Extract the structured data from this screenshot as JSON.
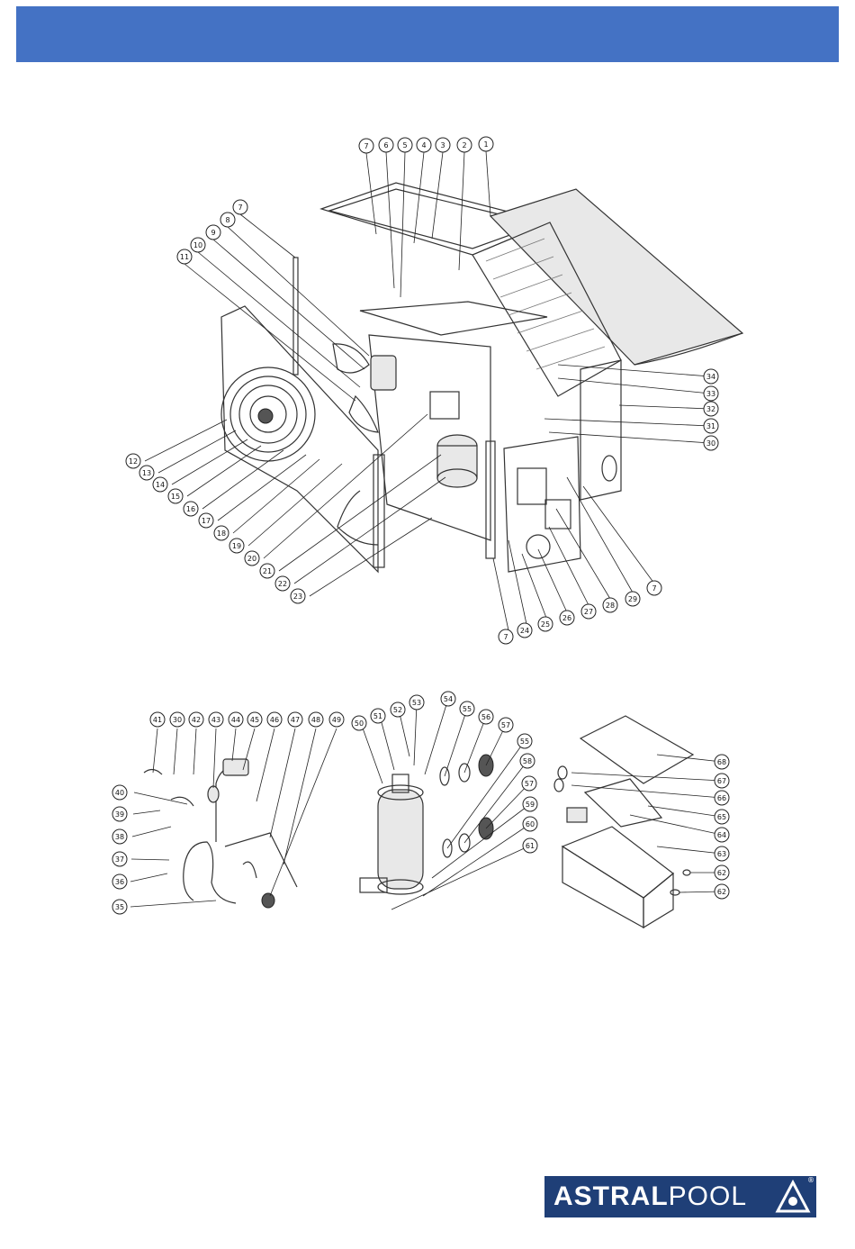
{
  "top_callouts": [
    "1",
    "2",
    "3",
    "4",
    "5",
    "6",
    "7",
    "7",
    "8",
    "9",
    "10",
    "11",
    "12",
    "13",
    "14",
    "15",
    "16",
    "17",
    "18",
    "19",
    "20",
    "21",
    "22",
    "23",
    "7",
    "24",
    "25",
    "26",
    "27",
    "28",
    "29",
    "7",
    "30",
    "31",
    "32",
    "33",
    "34"
  ],
  "bottom_left_callouts": [
    "41",
    "30",
    "42",
    "43",
    "44",
    "45",
    "46",
    "47",
    "48",
    "49",
    "40",
    "39",
    "38",
    "37",
    "36",
    "35"
  ],
  "bottom_mid_callouts": [
    "50",
    "51",
    "52",
    "53",
    "54",
    "55",
    "56",
    "57",
    "55",
    "58",
    "57",
    "59",
    "60",
    "61"
  ],
  "bottom_right_callouts": [
    "68",
    "67",
    "66",
    "65",
    "64",
    "63",
    "62",
    "62"
  ],
  "logo": {
    "brand_bold": "ASTRAL",
    "brand_light": "POOL",
    "reg": "®"
  },
  "colors": {
    "header": "#4472c4",
    "logo_bg": "#1f3f77"
  }
}
